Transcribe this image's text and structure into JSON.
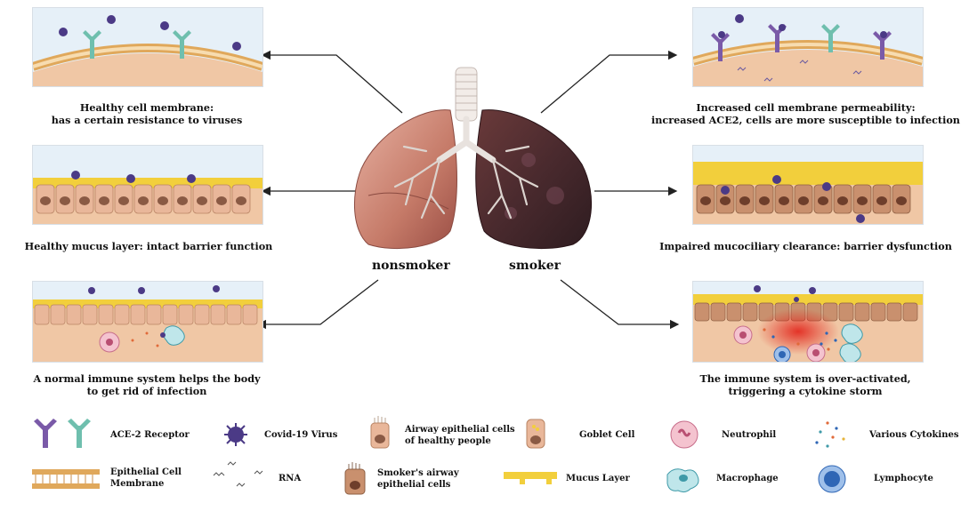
{
  "panels": {
    "left": [
      {
        "caption_lines": [
          "Healthy cell membrane:",
          "has a certain resistance to viruses"
        ]
      },
      {
        "caption_lines": [
          "Healthy mucus layer: intact barrier function"
        ]
      },
      {
        "caption_lines": [
          "A normal immune system helps the body",
          "to get rid of infection"
        ]
      }
    ],
    "right": [
      {
        "caption_lines": [
          "Increased cell membrane permeability:",
          "increased ACE2, cells are more susceptible to infection"
        ]
      },
      {
        "caption_lines": [
          "Impaired mucociliary clearance: barrier dysfunction"
        ]
      },
      {
        "caption_lines": [
          "The immune system is over-activated,",
          "triggering a cytokine storm"
        ]
      }
    ]
  },
  "lungs": {
    "nonsmoker_label": "nonsmoker",
    "smoker_label": "smoker"
  },
  "legend": [
    {
      "icon": "ace2-receptor-icon",
      "lines": [
        "ACE-2 Receptor"
      ]
    },
    {
      "icon": "covid-virus-icon",
      "lines": [
        "Covid-19 Virus"
      ]
    },
    {
      "icon": "healthy-airway-cell-icon",
      "lines": [
        "Airway epithelial cells",
        "of healthy people"
      ]
    },
    {
      "icon": "goblet-cell-icon",
      "lines": [
        "Goblet Cell"
      ]
    },
    {
      "icon": "neutrophil-icon",
      "lines": [
        "Neutrophil"
      ]
    },
    {
      "icon": "cytokines-icon",
      "lines": [
        "Various Cytokines"
      ]
    },
    {
      "icon": "cell-membrane-icon",
      "lines": [
        "Epithelial Cell",
        "Membrane"
      ]
    },
    {
      "icon": "rna-icon",
      "lines": [
        "RNA"
      ]
    },
    {
      "icon": "smoker-airway-cell-icon",
      "lines": [
        "Smoker's airway",
        "epithelial cells"
      ]
    },
    {
      "icon": "mucus-layer-icon",
      "lines": [
        "Mucus Layer"
      ]
    },
    {
      "icon": "macrophage-icon",
      "lines": [
        "Macrophage"
      ]
    },
    {
      "icon": "lymphocyte-icon",
      "lines": [
        "Lymphocyte"
      ]
    }
  ],
  "colors": {
    "ace2_purple": "#7a5aa8",
    "ace2_teal": "#6fbfae",
    "virus": "#4b3a86",
    "mucus": "#f2cf3c",
    "healthy_tissue": "#e9b79a",
    "smoker_tissue": "#c9906e",
    "membrane_bg": "#e8f1f8"
  }
}
